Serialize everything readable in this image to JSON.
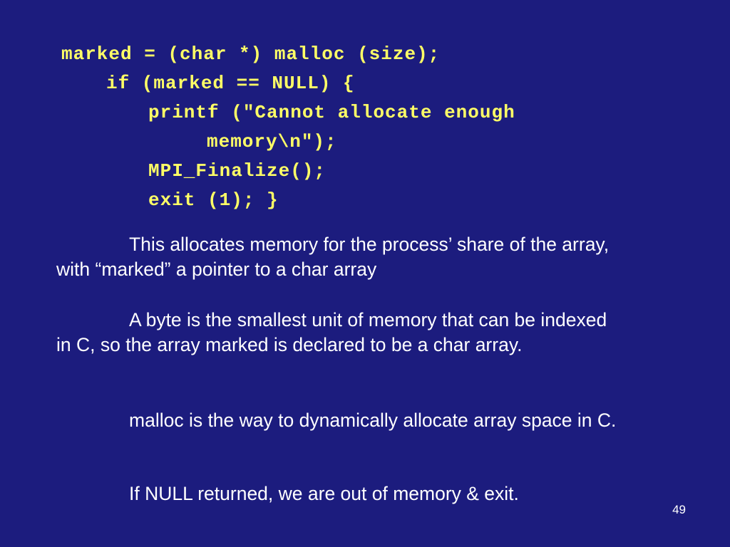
{
  "code": {
    "lines": [
      "marked = (char *) malloc (size);",
      "if (marked == NULL) {",
      "printf (\"Cannot allocate enough",
      "memory\\n\");",
      "MPI_Finalize();",
      "exit (1); }"
    ]
  },
  "paragraphs": [
    "This allocates memory for the process’ share of the array, with “marked” a pointer to a char array",
    "A byte is the smallest unit of memory that can be indexed in C, so the array marked is declared to be a char array.",
    "malloc is the way to dynamically allocate array space in C.",
    "If NULL returned, we are out of memory & exit."
  ],
  "page_number": "49",
  "colors": {
    "background": "#1c1c7e",
    "code_text": "#ffff66",
    "body_text": "#ffffff"
  }
}
